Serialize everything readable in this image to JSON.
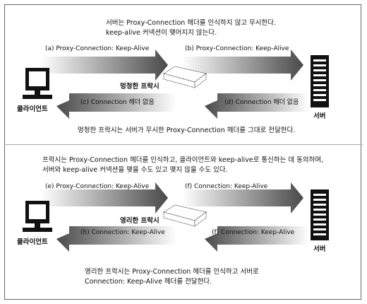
{
  "panel1": {
    "note_line1": "서버는 Proxy-Connection 헤더를 인식하지 않고 무시한다.",
    "note_line2": "keep-alive 커넥션이 맺어지지 않는다.",
    "arrow_a": "(a) Proxy-Connection: Keep-Alive",
    "arrow_b": "(b) Proxy-Connection: Keep-Alive",
    "arrow_c": "(c) Connection 헤더 없음",
    "arrow_d": "(d) Connection 헤더 없음",
    "proxy_label": "멍청한 프락시",
    "client_label": "클라이언트",
    "server_label": "서버",
    "caption": "멍청한 프락시는 서버가 무시한 Proxy-Connection 헤더를 그대로 전달한다."
  },
  "panel2": {
    "note_line1": "프락시는 Proxy-Connection 헤더를 인식하고, 클라이언트와 keep-alive로 통신하는 데 동의하며,",
    "note_line2": "서버와 keep-alive 커넥션을 맺을 수도 있고 맺지 않을 수도 있다.",
    "arrow_e": "(e) Proxy-Connection: Keep-Alive",
    "arrow_f_top": "(f) Connection: Keep-Alive",
    "arrow_h": "(h) Connection: Keep-Alive",
    "arrow_f_bottom": "(f) Connection: Keep-Alive",
    "proxy_label": "영리한 프락시",
    "client_label": "클라이언트",
    "server_label": "서버",
    "caption_line1": "영리한 프락시는 Proxy-Connection 헤더를 인식하고 서버로",
    "caption_line2": "Connection: Keep-Alive 헤더를 전달한다."
  }
}
